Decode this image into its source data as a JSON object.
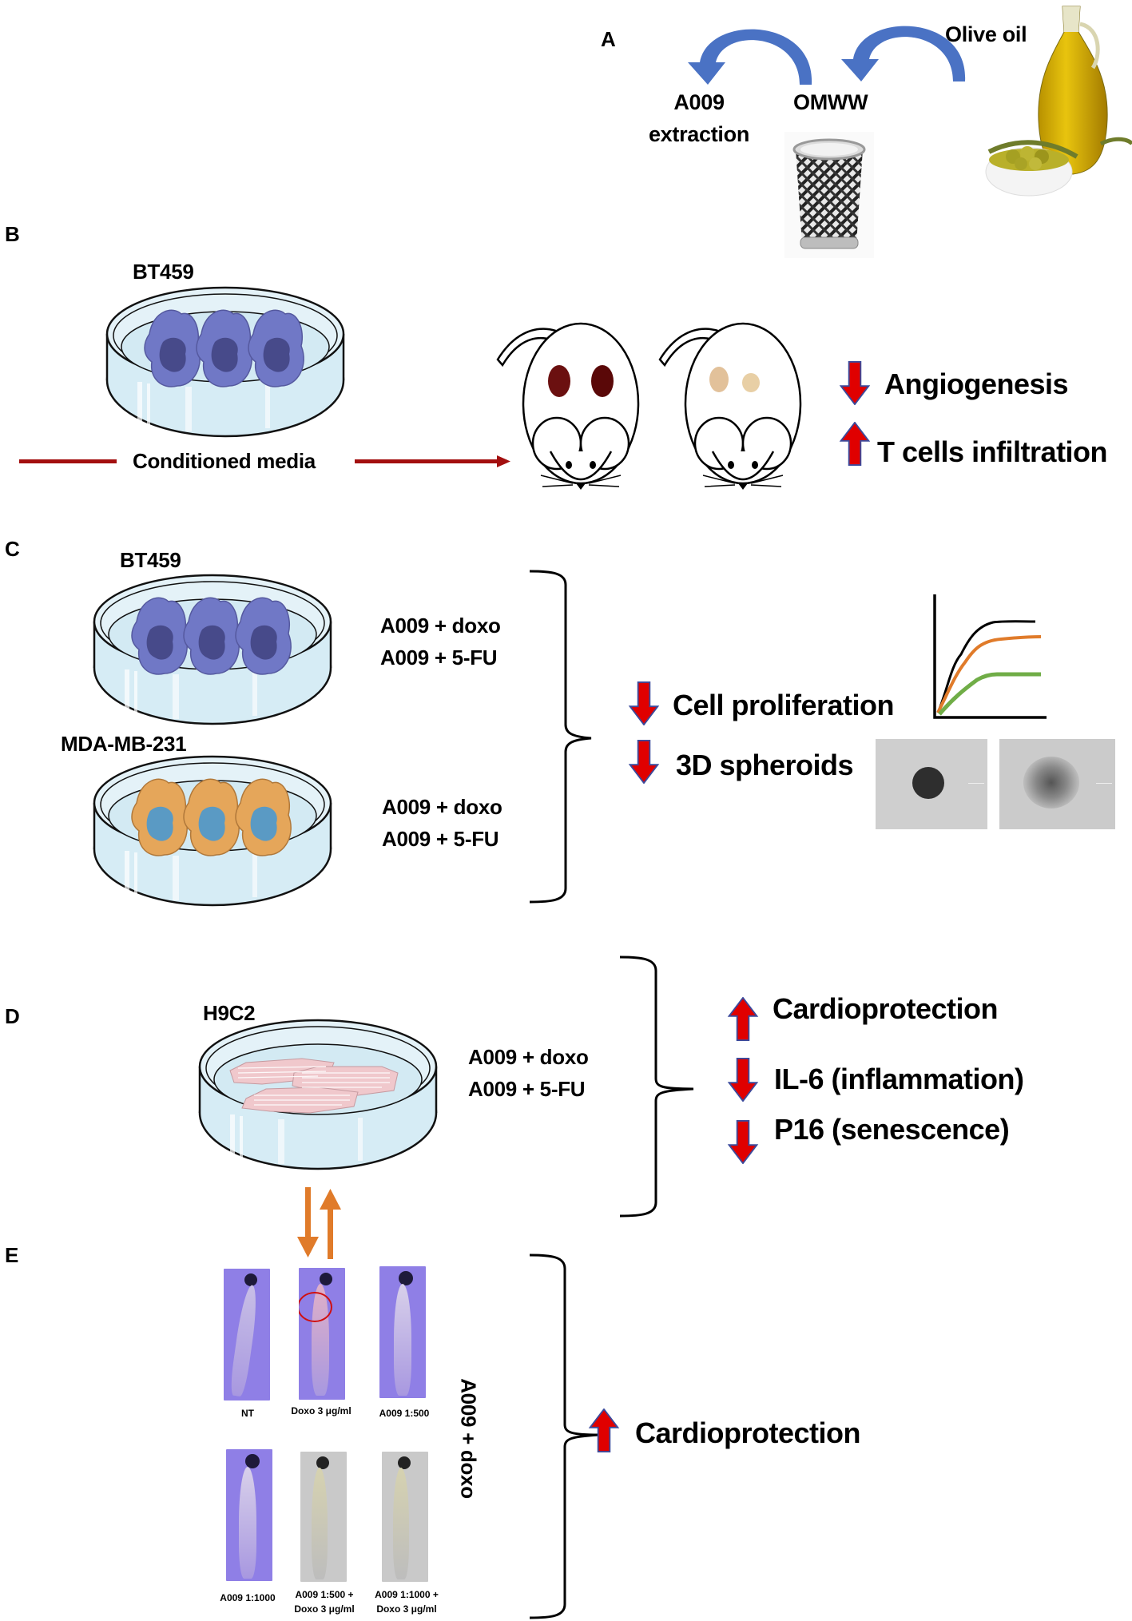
{
  "figure": {
    "panels": {
      "A": {
        "letter": "A",
        "olive_oil": "Olive oil",
        "omww": "OMWW",
        "a009_extraction": [
          "A009",
          "extraction"
        ],
        "images": [
          "olive-oil-bottle-and-olives",
          "waste-bin"
        ]
      },
      "B": {
        "letter": "B",
        "cell_line": "BT459",
        "conditioned_media": "Conditioned media",
        "outcomes": [
          {
            "direction": "down",
            "label": "Angiogenesis"
          },
          {
            "direction": "up",
            "label": "T cells infiltration"
          }
        ]
      },
      "C": {
        "letter": "C",
        "cell_lines": [
          {
            "name": "BT459",
            "treatments": [
              "A009 + doxo",
              "A009 + 5-FU"
            ],
            "cell_color": "#6f74c4"
          },
          {
            "name": "MDA-MB-231",
            "treatments": [
              "A009 + doxo",
              "A009 + 5-FU"
            ],
            "cell_color": "#e5a65a"
          }
        ],
        "outcomes": [
          {
            "direction": "down",
            "label": "Cell proliferation"
          },
          {
            "direction": "down",
            "label": "3D spheroids"
          }
        ],
        "mini_chart_series_colors": [
          "#000000",
          "#e07b2a",
          "#70ad47"
        ]
      },
      "D": {
        "letter": "D",
        "cell_line": "H9C2",
        "treatments": [
          "A009 + doxo",
          "A009 + 5-FU"
        ],
        "outcomes": [
          {
            "direction": "up",
            "label": "Cardioprotection"
          },
          {
            "direction": "down",
            "label": "IL-6 (inflammation)"
          },
          {
            "direction": "down",
            "label": "P16 (senescence)"
          }
        ]
      },
      "E": {
        "letter": "E",
        "side_label": "A009 + doxo",
        "zebrafish": [
          {
            "label": [
              "NT"
            ],
            "bg": "purple"
          },
          {
            "label": [
              "Doxo 3 μg/ml"
            ],
            "bg": "purple",
            "highlight": true
          },
          {
            "label": [
              "A009 1:500"
            ],
            "bg": "purple"
          },
          {
            "label": [
              "A009 1:1000"
            ],
            "bg": "purple"
          },
          {
            "label": [
              "A009 1:500 +",
              "Doxo 3 μg/ml"
            ],
            "bg": "gray"
          },
          {
            "label": [
              "A009 1:1000 +",
              "Doxo 3 μg/ml"
            ],
            "bg": "gray"
          }
        ],
        "outcomes": [
          {
            "direction": "up",
            "label": "Cardioprotection"
          }
        ]
      }
    },
    "colors": {
      "flow_arrow_blue": "#4a72c4",
      "outcome_arrow_red": "#e00000",
      "outcome_arrow_border": "#3b4a9c",
      "conditioned_media_arrow": "#a30f0f",
      "link_arrow_orange": "#e07b2a"
    }
  }
}
